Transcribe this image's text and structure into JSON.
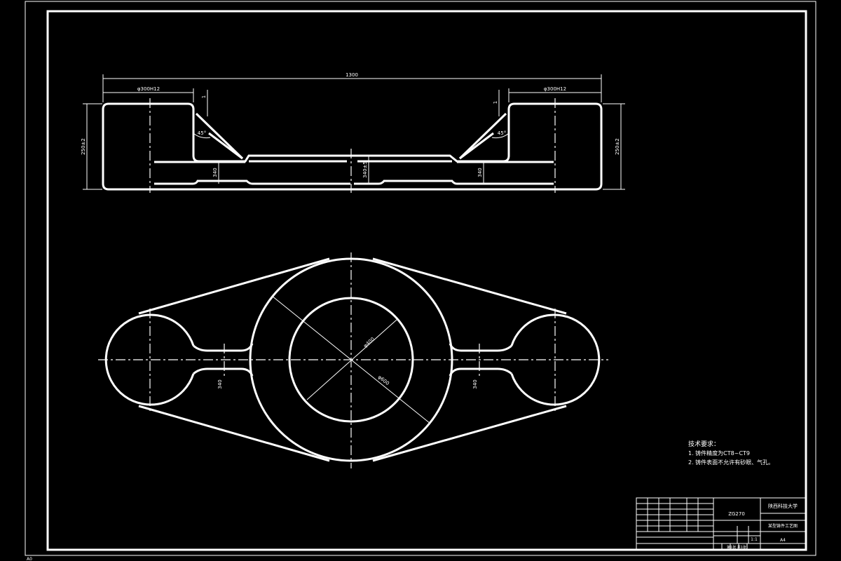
{
  "drawing": {
    "colors": {
      "background": "#000000",
      "line": "#ffffff"
    },
    "dimensions": {
      "overall_length": "1300",
      "left_bore": "φ300H12",
      "right_bore": "φ300H12",
      "left_height": "250±2",
      "right_height": "250±2",
      "top_offset_left": "1",
      "top_offset_right": "1",
      "chamfer_left": "45°",
      "chamfer_right": "45°",
      "web_left": "340",
      "web_center": "340±5",
      "web_right": "340",
      "inner_dia": "φ400",
      "outer_dia": "φ600",
      "arm_left": "340",
      "arm_right": "340"
    },
    "notes": {
      "title": "技术要求：",
      "line1": "1. 铸件精度为CT8~CT9",
      "line2": "2. 铸件表面不允许有砂眼、气孔。"
    },
    "title_block": {
      "school": "陕西科技大学",
      "part_name": "某型铸件工艺图",
      "material": "ZG270",
      "scale": "1:1",
      "sheet_size": "A4",
      "sheet_no": "第1张 共1张"
    },
    "corner_label": "A0"
  }
}
